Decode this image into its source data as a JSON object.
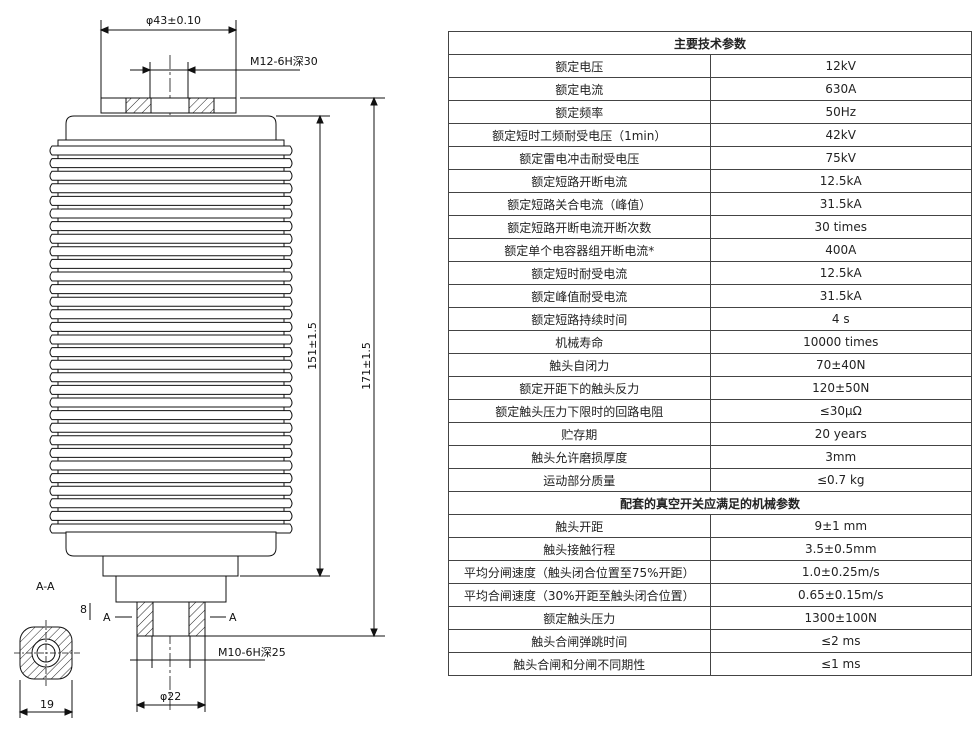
{
  "drawing": {
    "dim_top_diameter": "φ43±0.10",
    "dim_top_thread": "M12-6H深30",
    "dim_height_inner": "151±1.5",
    "dim_height_total": "171±1.5",
    "dim_bottom_thread": "M10-6H深25",
    "dim_bottom_diameter": "φ22",
    "dim_gap": "8",
    "section_label": "A-A",
    "section_marker_left": "A",
    "section_marker_right": "A",
    "dim_section_width": "19"
  },
  "spec_table": {
    "section1_title": "主要技术参数",
    "section1_rows": [
      {
        "name": "额定电压",
        "value": "12kV"
      },
      {
        "name": "额定电流",
        "value": "630A"
      },
      {
        "name": "额定频率",
        "value": "50Hz"
      },
      {
        "name": "额定短时工频耐受电压（1min）",
        "value": "42kV"
      },
      {
        "name": "额定雷电冲击耐受电压",
        "value": "75kV"
      },
      {
        "name": "额定短路开断电流",
        "value": "12.5kA"
      },
      {
        "name": "额定短路关合电流（峰值）",
        "value": "31.5kA"
      },
      {
        "name": "额定短路开断电流开断次数",
        "value": "30 times"
      },
      {
        "name": "额定单个电容器组开断电流*",
        "value": "400A"
      },
      {
        "name": "额定短时耐受电流",
        "value": "12.5kA"
      },
      {
        "name": "额定峰值耐受电流",
        "value": "31.5kA"
      },
      {
        "name": "额定短路持续时间",
        "value": "4 s"
      },
      {
        "name": "机械寿命",
        "value": "10000 times"
      },
      {
        "name": "触头自闭力",
        "value": "70±40N"
      },
      {
        "name": "额定开距下的触头反力",
        "value": "120±50N"
      },
      {
        "name": "额定触头压力下限时的回路电阻",
        "value": "≤30μΩ"
      },
      {
        "name": "贮存期",
        "value": "20 years"
      },
      {
        "name": "触头允许磨损厚度",
        "value": "3mm"
      },
      {
        "name": "运动部分质量",
        "value": "≤0.7 kg"
      }
    ],
    "section2_title": "配套的真空开关应满足的机械参数",
    "section2_rows": [
      {
        "name": "触头开距",
        "value": "9±1 mm"
      },
      {
        "name": "触头接触行程",
        "value": "3.5±0.5mm"
      },
      {
        "name": "平均分闸速度（触头闭合位置至75%开距）",
        "value": "1.0±0.25m/s"
      },
      {
        "name": "平均合闸速度（30%开距至触头闭合位置）",
        "value": "0.65±0.15m/s"
      },
      {
        "name": "额定触头压力",
        "value": "1300±100N"
      },
      {
        "name": "触头合闸弹跳时间",
        "value": "≤2 ms"
      },
      {
        "name": "触头合闸和分闸不同期性",
        "value": "≤1 ms"
      }
    ]
  }
}
